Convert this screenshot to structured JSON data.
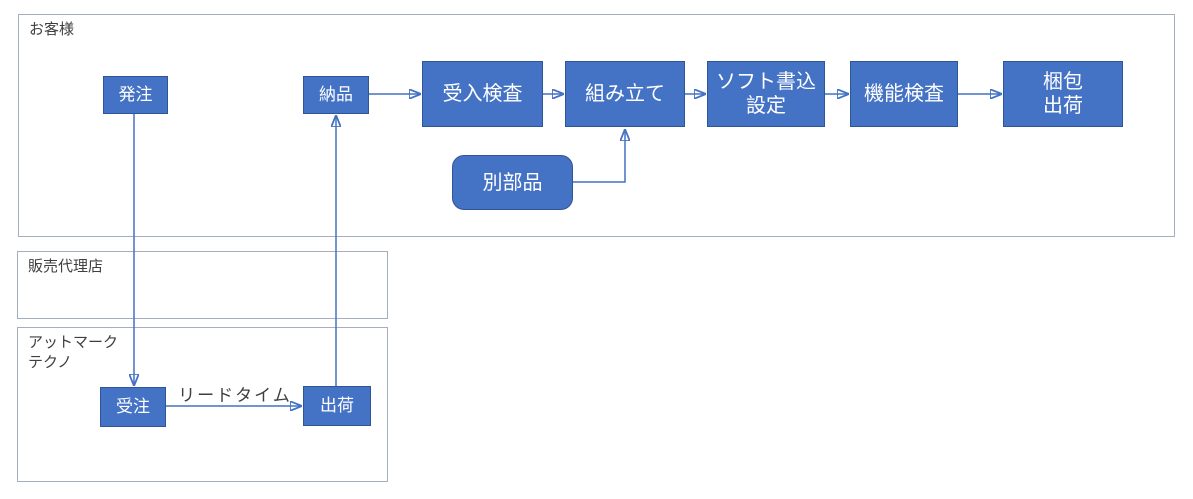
{
  "diagram": {
    "lanes": {
      "customer": {
        "label": "お客様"
      },
      "distributor": {
        "label": "販売代理店"
      },
      "atmark": {
        "label": "アットマーク\nテクノ"
      }
    },
    "nodes": {
      "order": {
        "label": "発注"
      },
      "delivery": {
        "label": "納品"
      },
      "incoming_inspection": {
        "label": "受入検査"
      },
      "assembly": {
        "label": "組み立て"
      },
      "software_setup": {
        "label": "ソフト書込\n設定"
      },
      "function_inspection": {
        "label": "機能検査"
      },
      "packing_shipping": {
        "label": "梱包\n出荷"
      },
      "other_parts": {
        "label": "別部品"
      },
      "order_received": {
        "label": "受注"
      },
      "factory_shipping": {
        "label": "出荷"
      }
    },
    "edge_labels": {
      "lead_time": "リードタイム"
    },
    "colors": {
      "node_fill": "#4472C4",
      "node_border": "#2F5597",
      "node_text": "#FFFFFF",
      "connector": "#4472C4",
      "lane_border": "#A5AEBC",
      "lane_text": "#3F3F3F"
    }
  }
}
